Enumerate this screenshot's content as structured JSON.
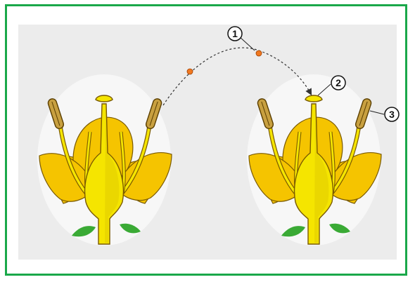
{
  "callouts": {
    "pollen": "1",
    "stigma": "2",
    "anther": "3"
  },
  "colors": {
    "frame_border": "#1aa84a",
    "panel_background": "#ececec",
    "petal": "#f5c400",
    "petal_edge": "#7a5a00",
    "pistil": "#f5e500",
    "anther": "#c8a040",
    "leaf": "#3aaa35",
    "pollen": "#f07820"
  },
  "icons": {
    "left_flower": "flower-cross-section-icon",
    "right_flower": "flower-cross-section-icon",
    "pollen": "pollen-grain-icon",
    "path": "dashed-arrow-icon"
  }
}
